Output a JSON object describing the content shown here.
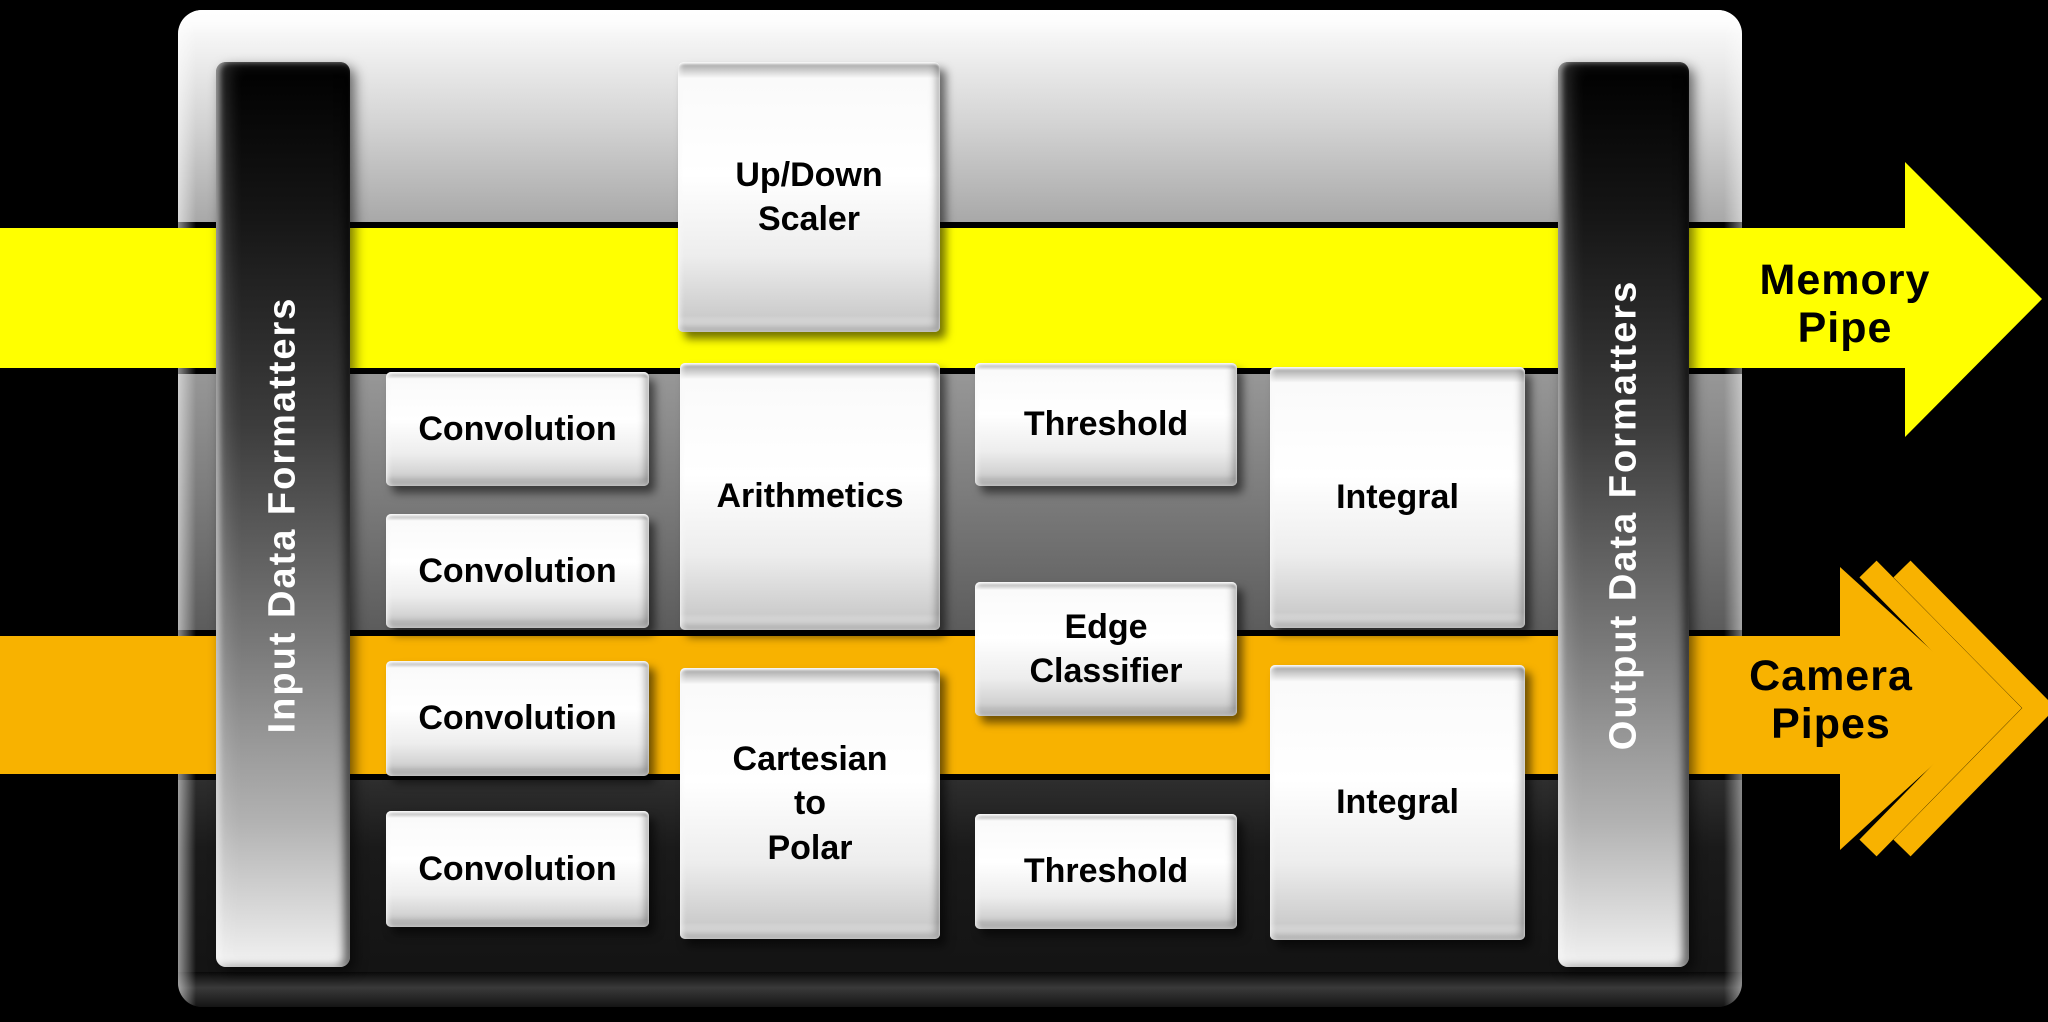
{
  "formatters": {
    "input": {
      "label": "Input  Data Formatters"
    },
    "output": {
      "label": "Output Data Formatters"
    }
  },
  "pipes": {
    "memory": {
      "label": "Memory\nPipe",
      "color": "#FFFF00"
    },
    "camera": {
      "label": "Camera\nPipes",
      "color": "#F8B200"
    }
  },
  "blocks": [
    {
      "id": "up-down-scaler",
      "label": "Up/Down\nScaler"
    },
    {
      "id": "convolution-1",
      "label": "Convolution"
    },
    {
      "id": "convolution-2",
      "label": "Convolution"
    },
    {
      "id": "convolution-3",
      "label": "Convolution"
    },
    {
      "id": "convolution-4",
      "label": "Convolution"
    },
    {
      "id": "arithmetics",
      "label": "Arithmetics"
    },
    {
      "id": "threshold-top",
      "label": "Threshold"
    },
    {
      "id": "edge-classifier",
      "label": "Edge\nClassifier"
    },
    {
      "id": "integral-top",
      "label": "Integral"
    },
    {
      "id": "cartesian-to-polar",
      "label": "Cartesian\nto\nPolar"
    },
    {
      "id": "threshold-bottom",
      "label": "Threshold"
    },
    {
      "id": "integral-bottom",
      "label": "Integral"
    }
  ],
  "colors": {
    "background": "#000000",
    "memory_pipe": "#FFFF00",
    "camera_pipe": "#F8B200",
    "mid_band_gray": "#7D7D7D"
  }
}
